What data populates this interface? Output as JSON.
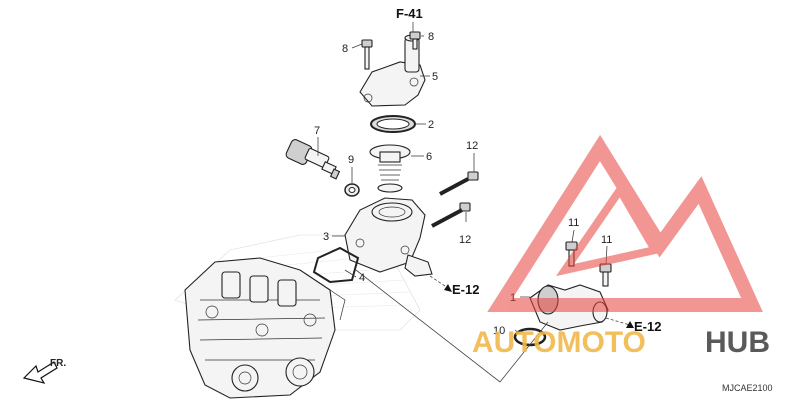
{
  "diagram": {
    "refs": {
      "top": "F-41",
      "right_upper": "E-12",
      "right_lower": "E-12"
    },
    "callouts": {
      "c1": "1",
      "c2": "2",
      "c3": "3",
      "c4": "4",
      "c5": "5",
      "c6": "6",
      "c7": "7",
      "c8a": "8",
      "c8b": "8",
      "c9": "9",
      "c10": "10",
      "c11a": "11",
      "c11b": "11",
      "c12a": "12",
      "c12b": "12"
    },
    "front_label": "FR.",
    "diagram_code": "MJCAE2100"
  },
  "watermark": {
    "text_a": "AUTOMOTO",
    "text_b": "HUB",
    "color_a": "#f2b84a",
    "color_b": "#5a5a5a",
    "logo_color": "#e8413c"
  }
}
